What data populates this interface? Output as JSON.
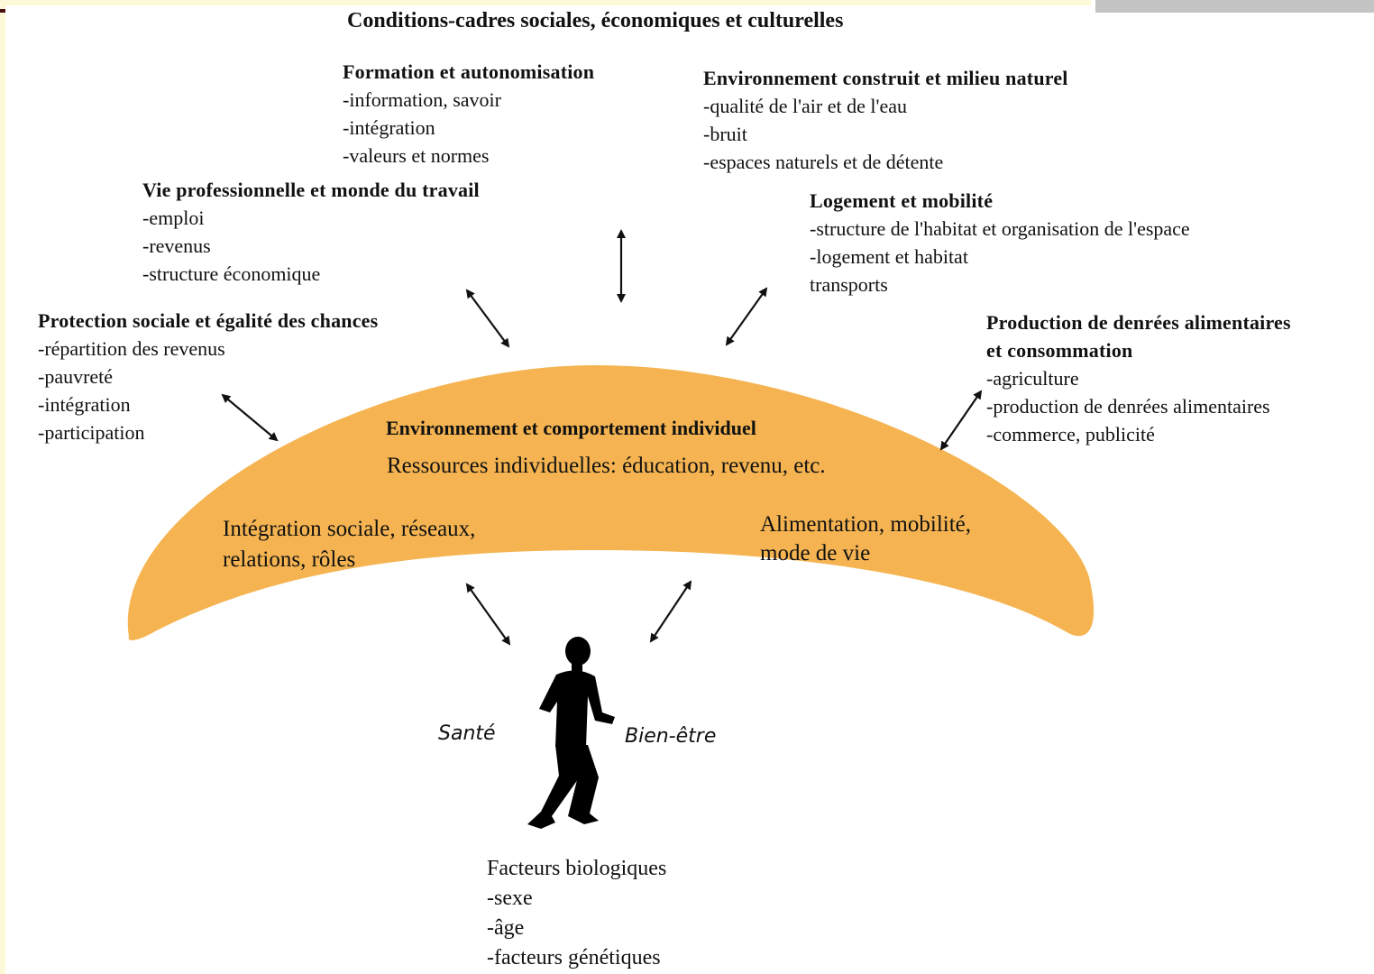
{
  "title": "Conditions-cadres sociales, économiques et culturelles",
  "domains": {
    "formation": {
      "heading": "Formation et autonomisation",
      "items": [
        "-information, savoir",
        "-intégration",
        "-valeurs et normes"
      ]
    },
    "environnement": {
      "heading": "Environnement construit et milieu naturel",
      "items": [
        "-qualité de l'air et de l'eau",
        "-bruit",
        "-espaces naturels et de détente"
      ]
    },
    "travail": {
      "heading": "Vie professionnelle et monde du travail",
      "items": [
        "-emploi",
        "-revenus",
        "-structure économique"
      ]
    },
    "logement": {
      "heading": "Logement et mobilité",
      "items": [
        "-structure de l'habitat et organisation de l'espace",
        "-logement et habitat",
        "transports"
      ]
    },
    "protection": {
      "heading": "Protection sociale et égalité des chances",
      "items": [
        "-répartition des revenus",
        "-pauvreté",
        "-intégration",
        "-participation"
      ]
    },
    "alimentation": {
      "heading_line1": "Production de denrées alimentaires",
      "heading_line2": "et consommation",
      "items": [
        "-agriculture",
        "-production de denrées alimentaires",
        "-commerce, publicité"
      ]
    }
  },
  "arc": {
    "heading": "Environnement et comportement individuel",
    "resources": "Ressources individuelles: éducation, revenu, etc.",
    "left_line1": "Intégration sociale, réseaux,",
    "left_line2": "relations, rôles",
    "right_line1": "Alimentation, mobilité,",
    "right_line2": "mode de vie"
  },
  "person": {
    "left_label": "Santé",
    "right_label": "Bien-être"
  },
  "biological": {
    "heading": "Facteurs biologiques",
    "items": [
      "-sexe",
      "-âge",
      "-facteurs génétiques"
    ]
  },
  "colors": {
    "arc_fill": "#f5b451",
    "text": "#111111",
    "arrow": "#111111"
  }
}
